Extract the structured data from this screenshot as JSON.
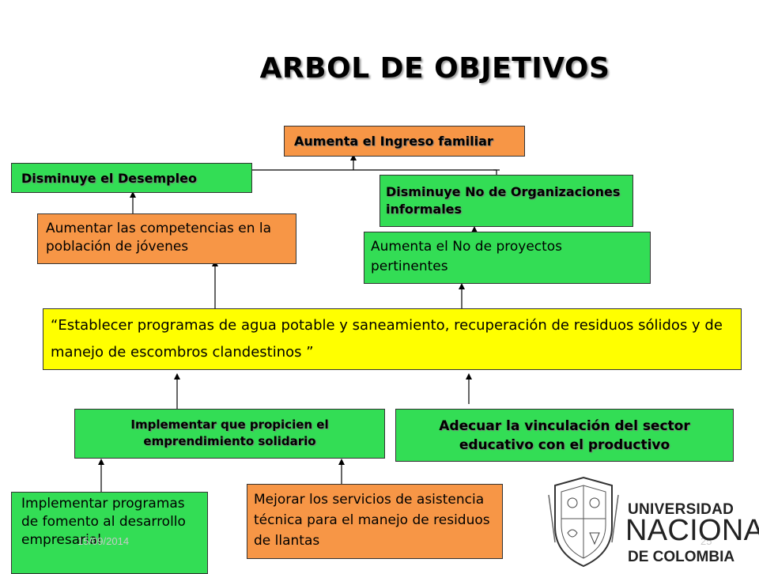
{
  "title": "ARBOL DE OBJETIVOS",
  "boxes": {
    "ingreso": "Aumenta el Ingreso familiar",
    "desempleo": "Disminuye el Desempleo",
    "organizaciones": "Disminuye No de Organizaciones  informales",
    "competencias": "Aumentar las competencias en la población de jóvenes",
    "proyectos": "Aumenta el No de proyectos pertinentes",
    "central": "“Establecer programas de agua potable y saneamiento, recuperación de residuos sólidos y de manejo de escombros  clandestinos ”",
    "emprendimiento": "Implementar que propicien el emprendimiento solidario",
    "educativo": "Adecuar la vinculación del sector educativo con el productivo",
    "fomento": "Implementar programas de fomento al desarrollo empresarial",
    "asistencia": "Mejorar  los servicios de asistencia técnica para el manejo de residuos de llantas"
  },
  "footer": {
    "date": "15/09/2014",
    "page": "25"
  },
  "logo": {
    "line1": "UNIVERSIDAD",
    "line2": "NACIONAL",
    "line3": "DE COLOMBIA"
  },
  "colors": {
    "green": "#33dd55",
    "orange": "#f79646",
    "yellow": "#ffff00"
  }
}
